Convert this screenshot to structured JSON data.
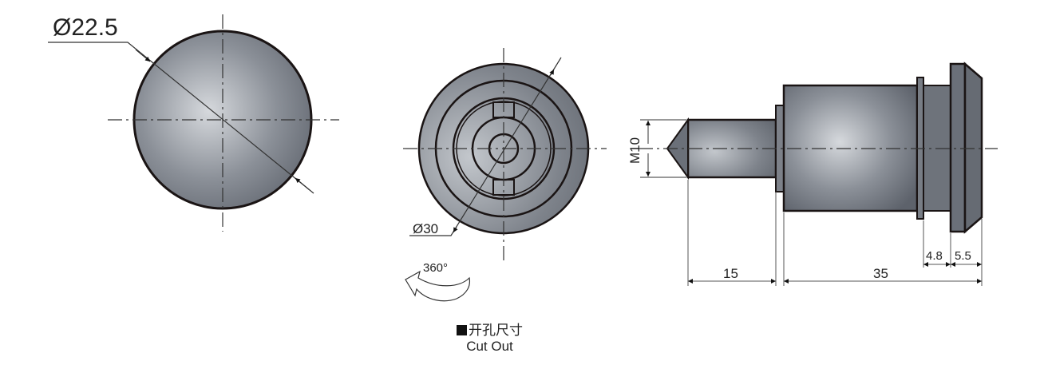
{
  "drawing": {
    "type": "technical-drawing",
    "subject": "cam lock dimension drawing",
    "colors": {
      "body_fill": "#6b7079",
      "body_highlight": "#c9ccd1",
      "outline": "#1a1414",
      "dim_line": "#333333",
      "background": "#ffffff"
    },
    "cutout_view": {
      "diameter_label": "Ø22.5"
    },
    "front_view": {
      "diameter_label": "Ø30",
      "rotation_label": "360°"
    },
    "side_view": {
      "thread_label": "M10",
      "dimensions": {
        "shaft_length": "15",
        "body_length": "35",
        "collar_width": "4.8",
        "head_width": "5.5"
      }
    },
    "legend": {
      "title_cn": "开孔尺寸",
      "title_en": "Cut Out"
    }
  }
}
